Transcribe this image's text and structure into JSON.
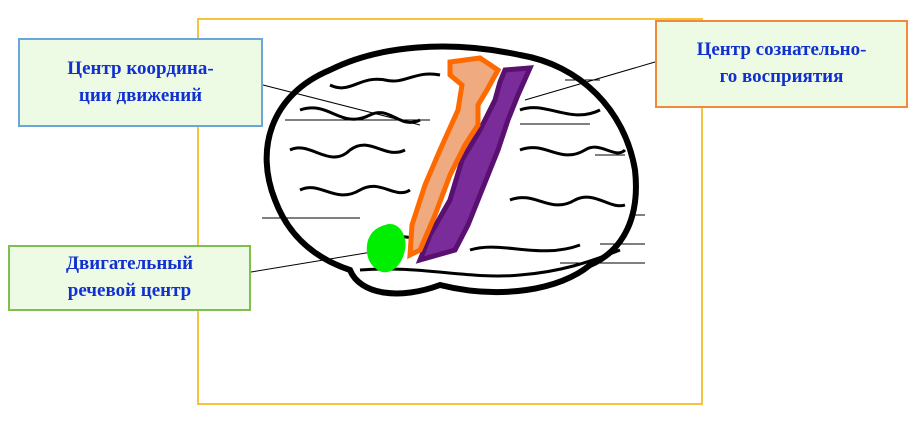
{
  "labels": {
    "coordination": "Центр координа-\nции движений",
    "perception": "Центр сознательно-\nго восприятия",
    "speech": "Двигательный\nречевой центр"
  },
  "colors": {
    "frame": "#f5c242",
    "text": "#1030d0",
    "orange_zone": "#f0aa80",
    "orange_border": "#ff6a00",
    "purple_zone": "#7a2c9a",
    "purple_border": "#5a1070",
    "green_zone": "#00ee00"
  }
}
